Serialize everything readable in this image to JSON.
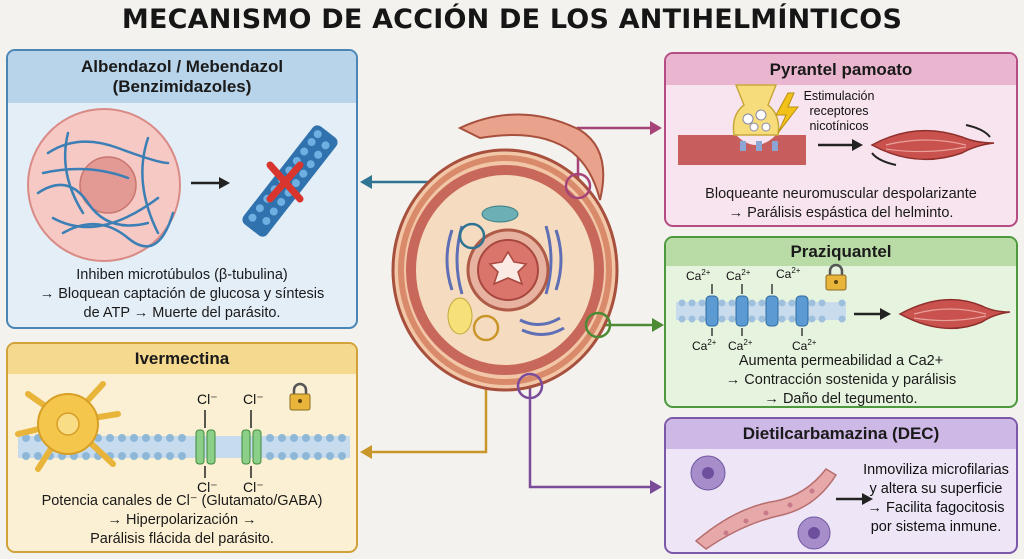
{
  "title": "MECANISMO DE ACCIÓN DE LOS ANTIHELMÍNTICOS",
  "panels": {
    "albendazol": {
      "title_line1": "Albendazol / Mebendazol",
      "title_line2": "(Benzimidazoles)",
      "desc": [
        "Inhiben microtúbulos (β-tubulina)",
        "→ Bloquean captación de glucosa y síntesis",
        "de ATP → Muerte del parásito."
      ],
      "accent": "#3f7fae"
    },
    "ivermectina": {
      "title": "Ivermectina",
      "ion_label": "Cl⁻",
      "desc": [
        "Potencia canales de Cl⁻ (Glutamato/GABA)",
        "→ Hiperpolarización →",
        "Parálisis flácida del parásito."
      ],
      "accent": "#c99a2e"
    },
    "pyrantel": {
      "title": "Pyrantel pamoato",
      "callout": [
        "Estimulación",
        "receptores",
        "nicotínicos"
      ],
      "desc": [
        "Bloqueante neuromuscular despolarizante",
        "→ Parálisis espástica del helminto."
      ],
      "accent": "#b1497f"
    },
    "praziquantel": {
      "title": "Praziquantel",
      "ion_label": "Ca",
      "ion_charge": "2+",
      "desc": [
        "Aumenta permeabilidad a Ca2+",
        "→ Contracción sostenida y parálisis",
        "→ Daño del tegumento."
      ],
      "accent": "#4f9a3a"
    },
    "dec": {
      "title": "Dietilcarbamazina (DEC)",
      "desc": [
        "Inmoviliza microfilarias",
        "y altera su superficie",
        "→ Facilita fagocitosis",
        "por sistema inmune."
      ],
      "accent": "#7a56a8"
    }
  }
}
